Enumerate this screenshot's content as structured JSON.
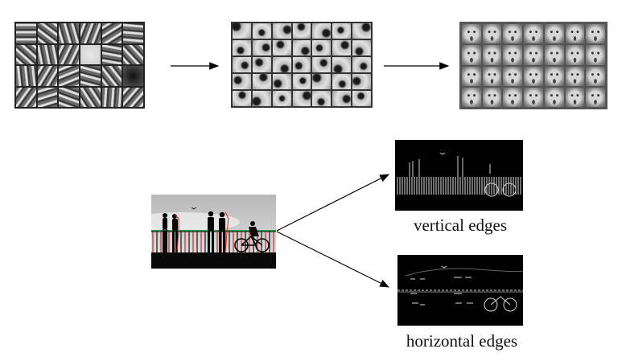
{
  "captions": {
    "vertical": "vertical edges",
    "horizontal": "horizontal edges"
  },
  "feature_hierarchy": {
    "edge_filters": {
      "rows": 4,
      "cols": 6
    },
    "part_filters": {
      "rows": 5,
      "cols": 7
    },
    "face_filters": {
      "rows": 4,
      "cols": 7
    }
  },
  "colors": {
    "arrow": "#000000",
    "vertical_edge_marking": "#e02020",
    "horizontal_edge_marking": "#20a050",
    "background": "#ffffff"
  }
}
